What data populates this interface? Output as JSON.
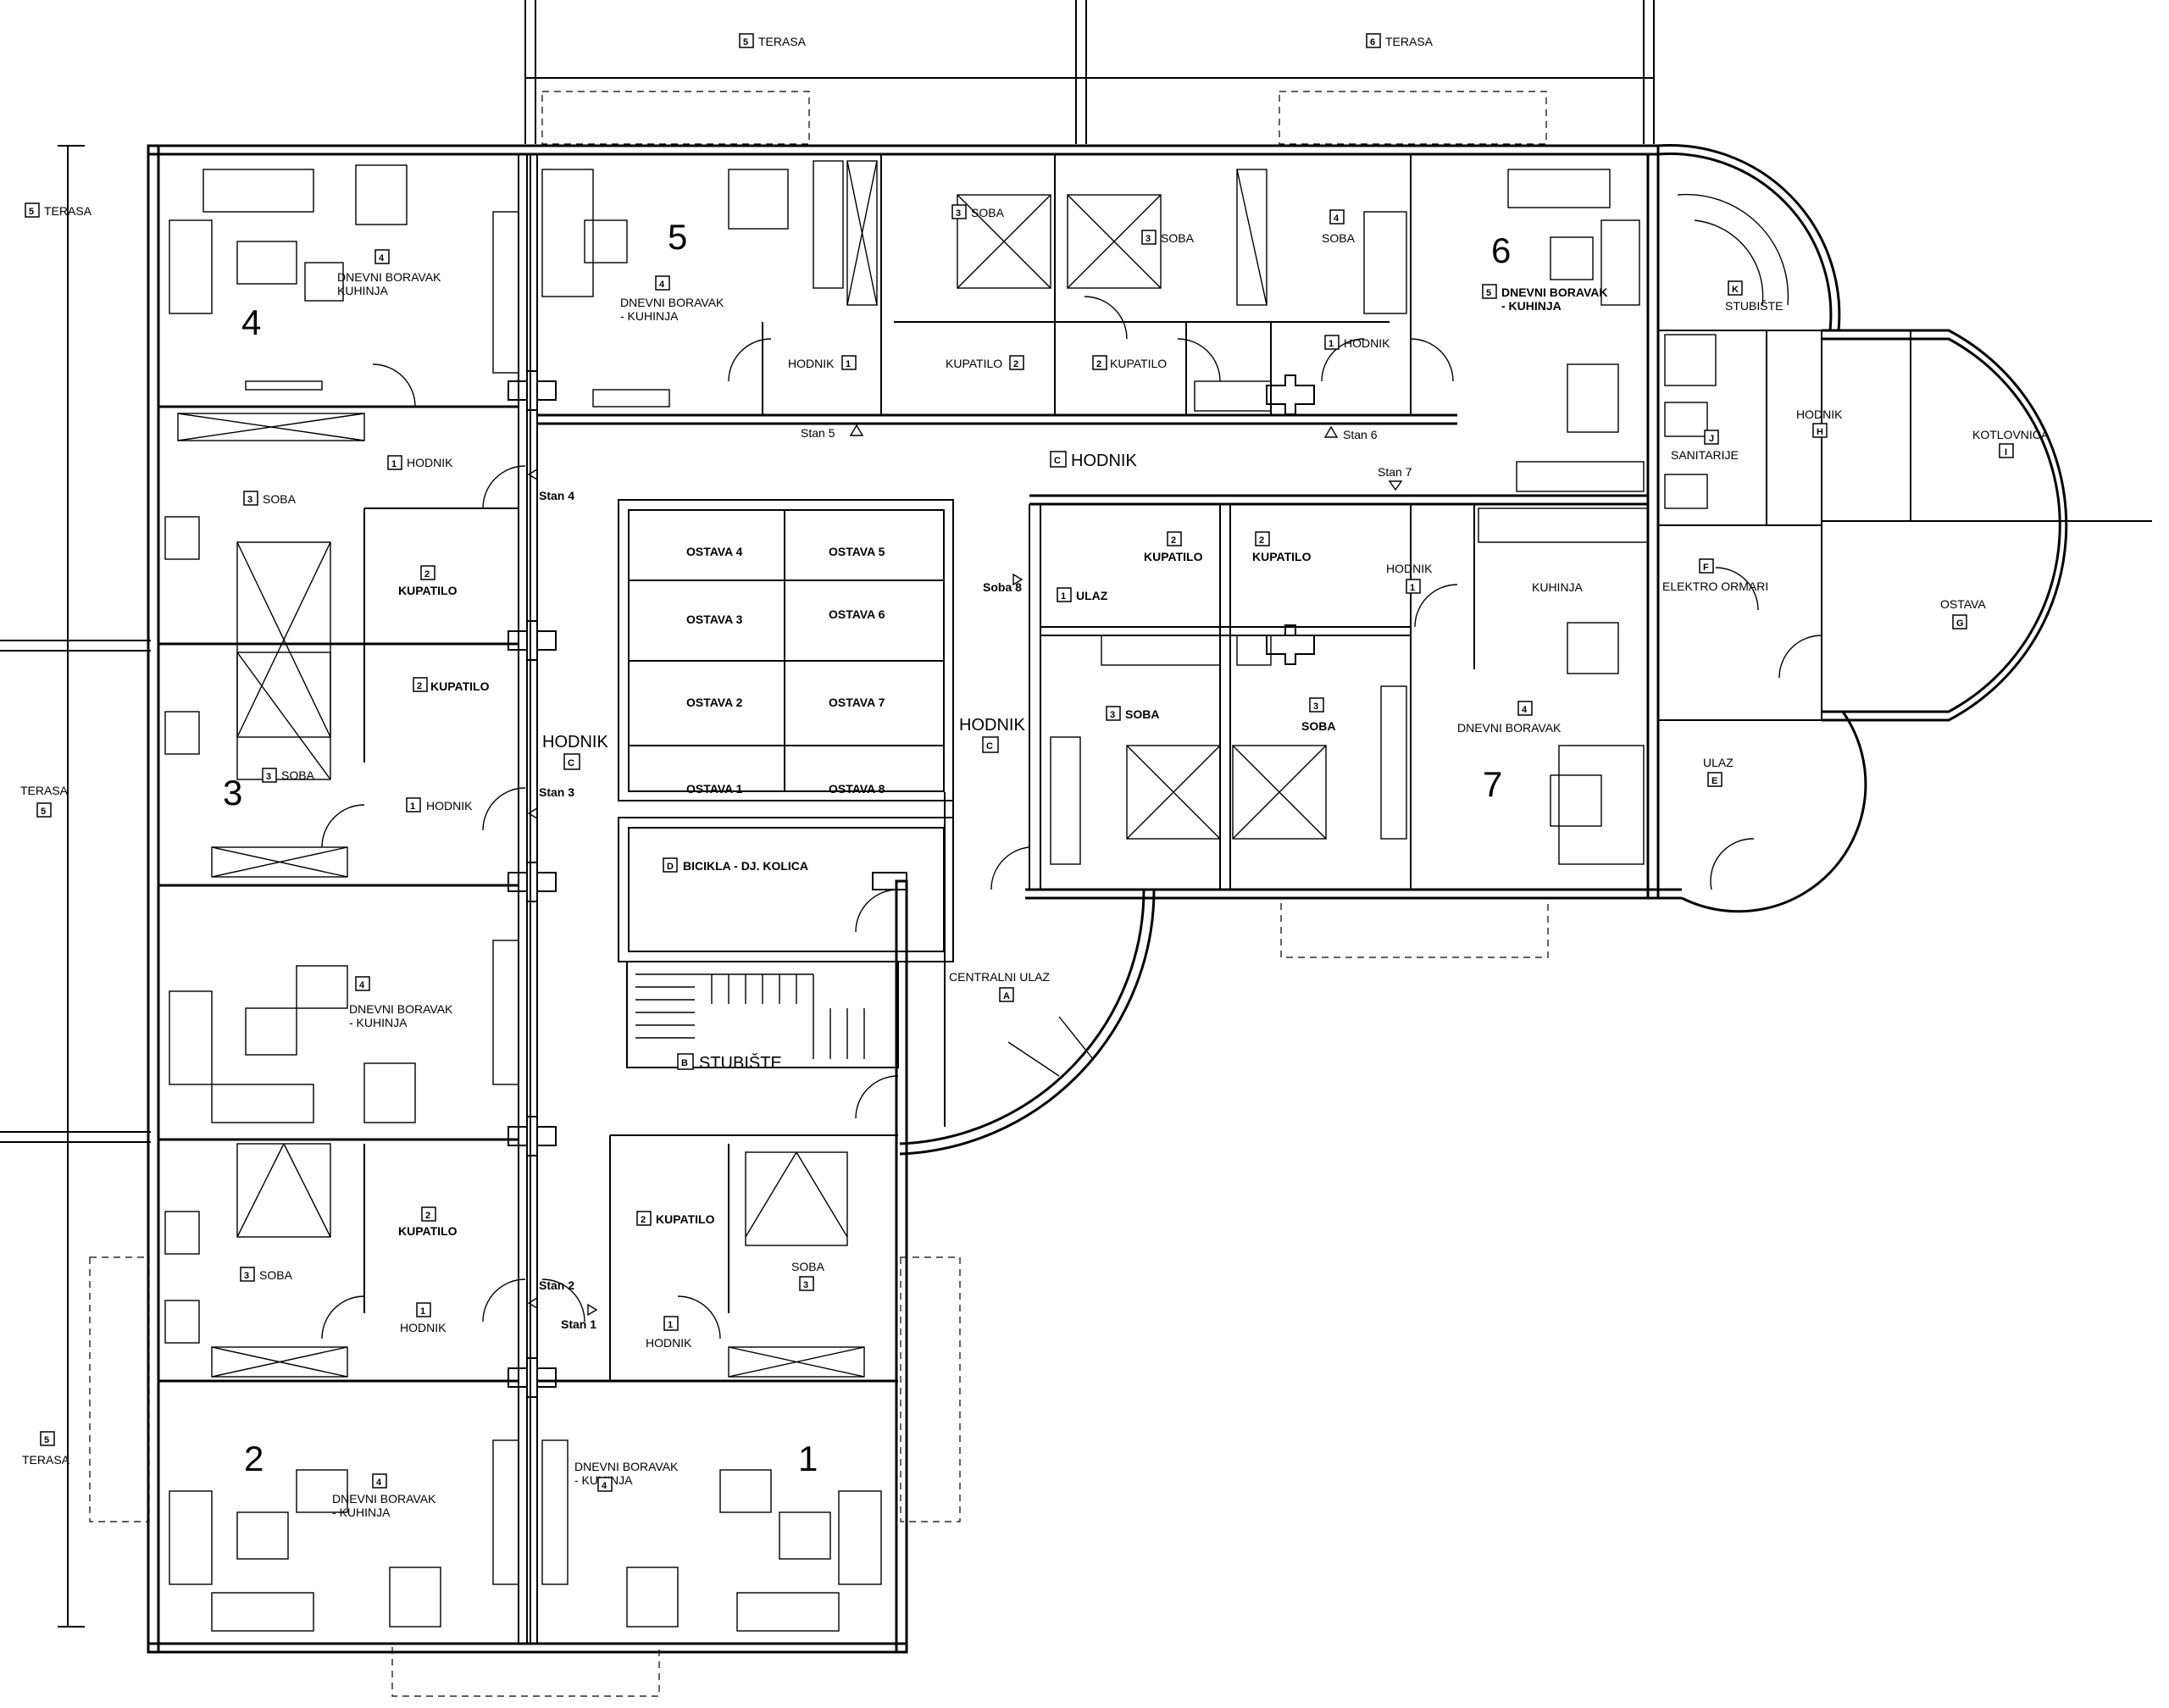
{
  "labels": {
    "terasa5_top": {
      "code": "5",
      "text": "TERASA"
    },
    "terasa6_top": {
      "code": "6",
      "text": "TERASA"
    },
    "terasa5_left_top": {
      "code": "5",
      "text": "TERASA"
    },
    "terasa5_left_mid": {
      "code": "5",
      "text": "TERASA"
    },
    "terasa5_left_bot": {
      "code": "5",
      "text": "TERASA"
    },
    "central_hodnik": {
      "code": "C",
      "text": "HODNIK"
    },
    "hodnik_c_left": {
      "code": "C",
      "text": "HODNIK"
    },
    "hodnik_c_right": {
      "code": "C",
      "text": "HODNIK"
    },
    "stubiste_b": {
      "code": "B",
      "text": "STUBIŠTE"
    },
    "bicikla": {
      "code": "D",
      "text": "BICIKLA - DJ. KOLICA"
    },
    "centralni_ulaz": {
      "code": "A",
      "text": "CENTRALNI  ULAZ"
    },
    "stubiste_k": {
      "code": "K",
      "text": "STUBIŠTE"
    },
    "hodnik_h": {
      "code": "H",
      "text": "HODNIK"
    },
    "kotlovnica": {
      "code": "I",
      "text": "KOTLOVNICA"
    },
    "sanitarije": {
      "code": "J",
      "text": "SANITARIJE"
    },
    "elektro": {
      "code": "F",
      "text": "ELEKTRO ORMARI"
    },
    "ostava_g": {
      "code": "G",
      "text": "OSTAVA"
    },
    "ulaz_e": {
      "code": "E",
      "text": "ULAZ"
    }
  },
  "ostave": [
    "OSTAVA 4",
    "OSTAVA 5",
    "OSTAVA 3",
    "OSTAVA 6",
    "OSTAVA 2",
    "OSTAVA 7",
    "OSTAVA 1",
    "OSTAVA 8"
  ],
  "entries": [
    "Stan 5",
    "Stan 6",
    "Stan 7",
    "Stan 4",
    "Stan 3",
    "Stan 2",
    "Stan 1",
    "Soba 8"
  ],
  "apartments": {
    "a1": {
      "number": "1",
      "living": "DNEVNI BORAVAK\n- KUHINJA",
      "living_code": "4",
      "soba": "SOBA",
      "soba_code": "3",
      "hodnik": "HODNIK",
      "hodnik_code": "1",
      "kupatilo": "KUPATILO",
      "kupatilo_code": "2"
    },
    "a2": {
      "number": "2",
      "living": "DNEVNI BORAVAK\n- KUHINJA",
      "living_code": "4",
      "soba": "SOBA",
      "soba_code": "3",
      "hodnik": "HODNIK",
      "hodnik_code": "1",
      "kupatilo": "KUPATILO",
      "kupatilo_code": "2"
    },
    "a3": {
      "number": "3",
      "living": "DNEVNI BORAVAK\n- KUHINJA",
      "living_code": "4",
      "soba": "SOBA",
      "soba_code": "3",
      "hodnik": "HODNIK",
      "hodnik_code": "1",
      "kupatilo": "KUPATILO",
      "kupatilo_code": "2"
    },
    "a4": {
      "number": "4",
      "living": "DNEVNI BORAVAK\nKUHINJA",
      "living_code": "4",
      "soba": "SOBA",
      "soba_code": "3",
      "hodnik": "HODNIK",
      "hodnik_code": "1",
      "kupatilo": "KUPATILO",
      "kupatilo_code": "2"
    },
    "a5": {
      "number": "5",
      "living": "DNEVNI BORAVAK\n- KUHINJA",
      "living_code": "4",
      "soba": "SOBA",
      "soba_code": "3",
      "hodnik": "HODNIK",
      "hodnik_code": "1",
      "kupatilo": "KUPATILO",
      "kupatilo_code": "2"
    },
    "a6": {
      "number": "6",
      "living": "DNEVNI BORAVAK\n- KUHINJA",
      "living_code": "5",
      "soba": "SOBA",
      "soba_code": "4",
      "hodnik": "HODNIK",
      "hodnik_code": "1",
      "kupatilo": "KUPATILO",
      "kupatilo_code": "2"
    },
    "a7": {
      "number": "7",
      "living": "DNEVNI BORAVAK",
      "living_code": "4",
      "kuhinja": "KUHINJA",
      "soba": "SOBA",
      "soba_code": "3",
      "hodnik": "HODNIK",
      "hodnik_code": "1",
      "kupatilo": "KUPATILO",
      "kupatilo_code": "2"
    },
    "soba8": {
      "soba": "SOBA",
      "soba_code": "3",
      "ulaz": "ULAZ",
      "ulaz_code": "1",
      "kupatilo": "KUPATILO",
      "kupatilo_code": "2"
    }
  }
}
